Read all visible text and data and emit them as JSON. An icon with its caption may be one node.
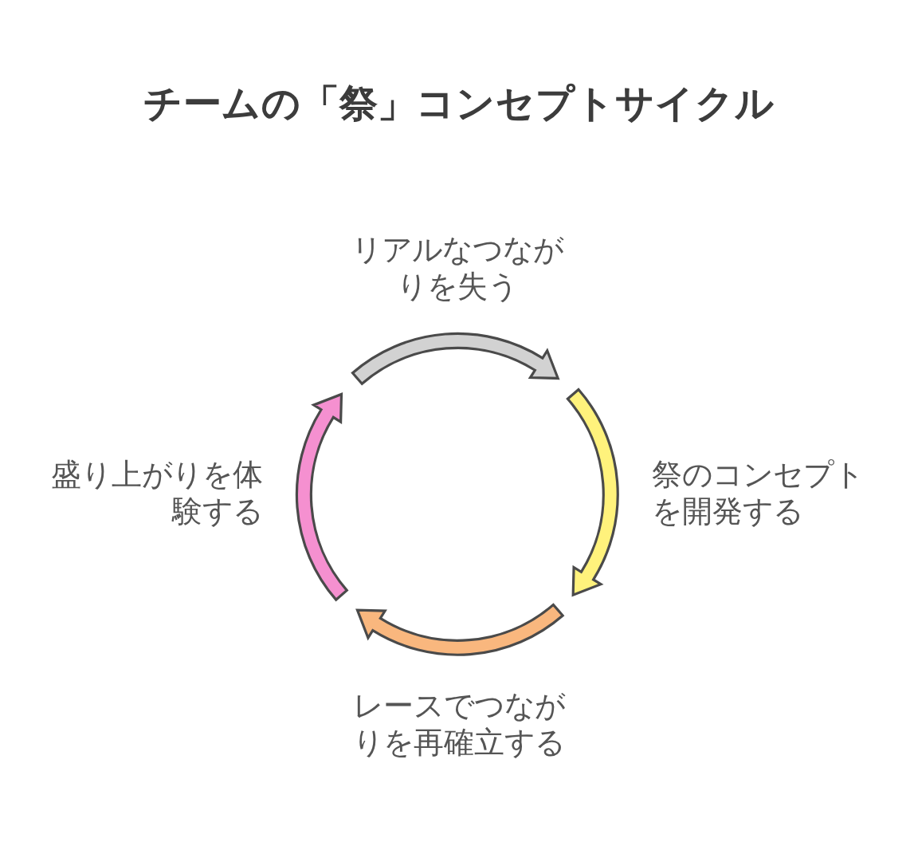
{
  "diagram": {
    "title": "チームの「祭」コンセプトサイクル",
    "nodes": [
      {
        "text": [],
        "shape": "arrow",
        "beside": [
          "リアルなつながりを失う"
        ]
      },
      {
        "text": [],
        "shape": "arrow",
        "beside": [
          "祭のコンセプトを開発する"
        ]
      },
      {
        "text": [],
        "shape": "arrow",
        "beside": [
          "レースでつながりを再確立する"
        ]
      },
      {
        "text": [],
        "shape": "arrow",
        "beside": [
          "盛り上がりを体験する"
        ]
      }
    ]
  }
}
